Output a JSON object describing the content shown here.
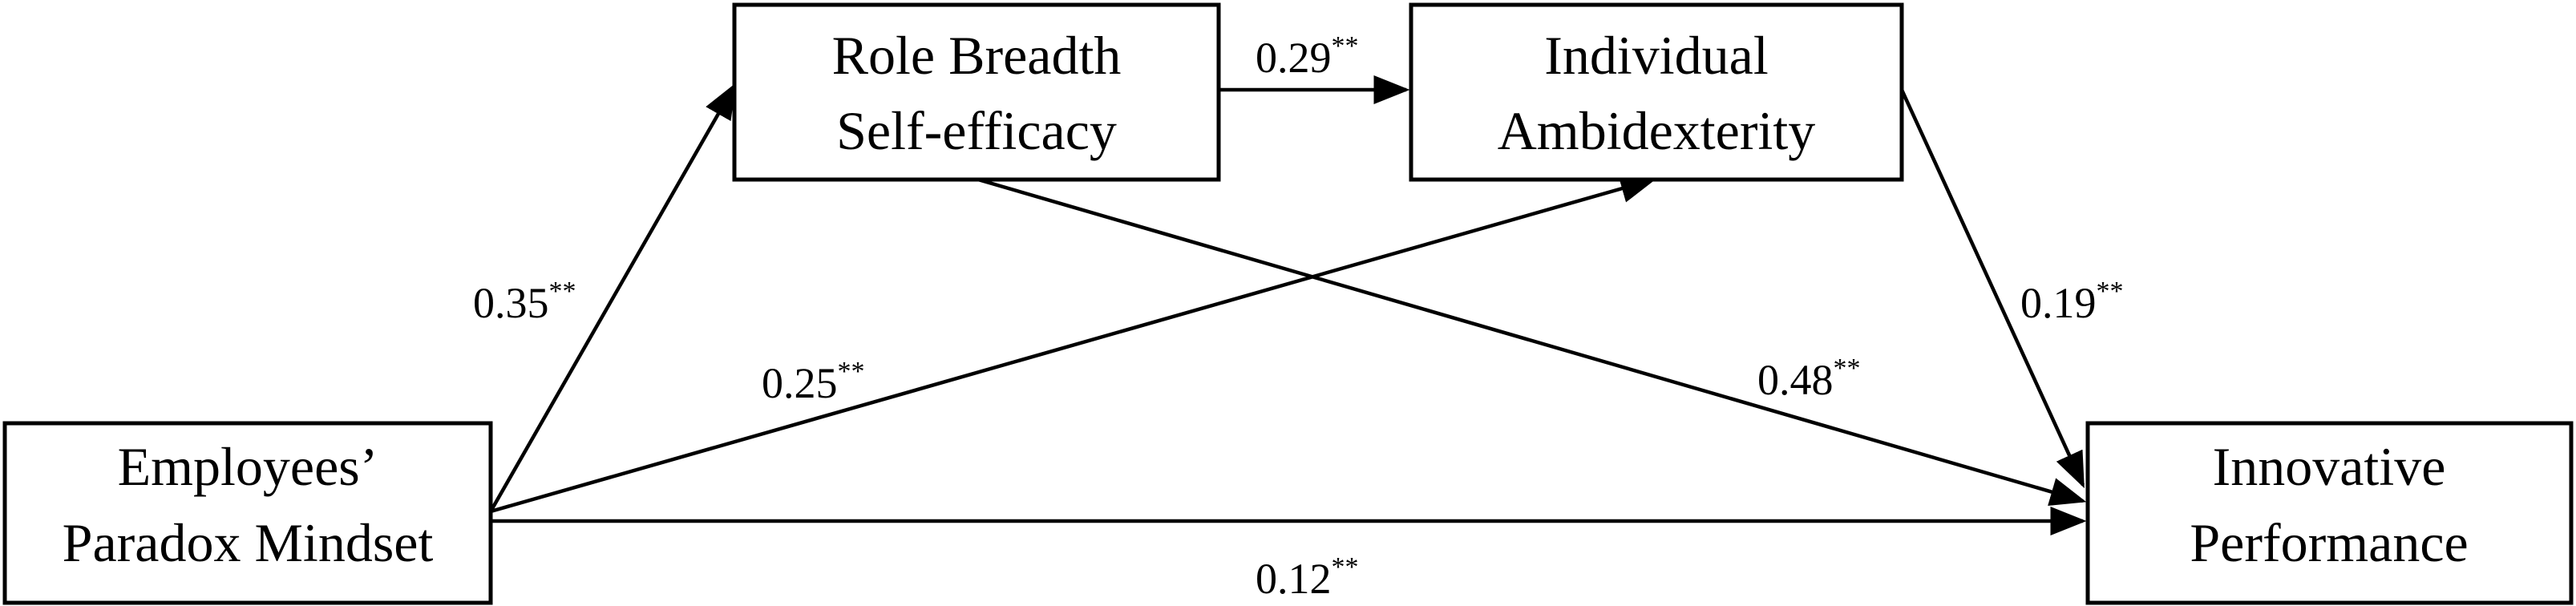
{
  "nodes": {
    "paradox_mindset": {
      "line1": "Employees’",
      "line2": "Paradox Mindset"
    },
    "role_breadth": {
      "line1": "Role Breadth",
      "line2": "Self-efficacy"
    },
    "ambidexterity": {
      "line1": "Individual",
      "line2": "Ambidexterity"
    },
    "innovative_performance": {
      "line1": "Innovative",
      "line2": "Performance"
    }
  },
  "paths": {
    "paradox_to_role": {
      "coef": "0.35",
      "sig": "**"
    },
    "role_to_ambidexterity": {
      "coef": "0.29",
      "sig": "**"
    },
    "paradox_to_ambidexterity": {
      "coef": "0.25",
      "sig": "**"
    },
    "role_to_performance": {
      "coef": "0.48",
      "sig": "**"
    },
    "ambidexterity_to_performance": {
      "coef": "0.19",
      "sig": "**"
    },
    "paradox_to_performance": {
      "coef": "0.12",
      "sig": "**"
    }
  },
  "colors": {
    "stroke": "#000000",
    "background": "#ffffff",
    "text": "#000000"
  }
}
